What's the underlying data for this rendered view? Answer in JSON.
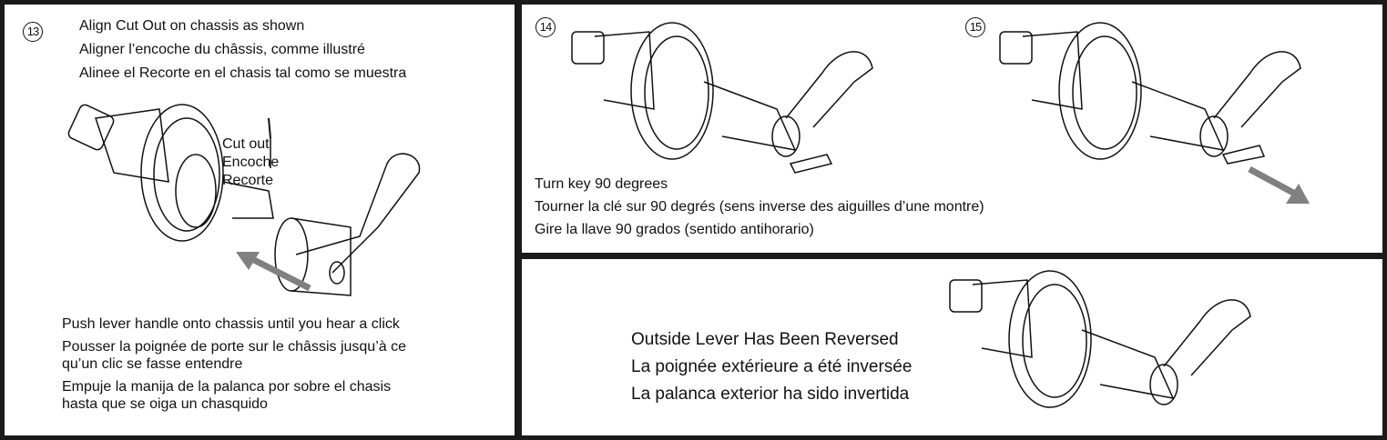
{
  "step13": {
    "number": "13",
    "lines": [
      "Align Cut Out on chassis as shown",
      "Aligner l’encoche du châssis, comme illustré",
      "Alinee el Recorte en el chasis tal como se muestra"
    ],
    "callout": [
      "Cut out",
      "Encoche",
      "Recorte"
    ],
    "bottom": [
      "Push lever handle onto chassis until you hear a click",
      "Pousser la poignée de porte sur le châssis jusqu’à ce",
      "qu’un clic se fasse entendre",
      "Empuje la manija de la palanca por sobre el chasis",
      "hasta que se oiga un chasquido"
    ]
  },
  "step14": {
    "number": "14",
    "lines": [
      "Turn key 90 degrees",
      "Tourner la clé sur 90 degrés (sens inverse des aiguilles d’une montre)",
      "Gire la llave 90 grados (sentido antihorario)"
    ]
  },
  "step15": {
    "number": "15"
  },
  "result": {
    "lines": [
      "Outside Lever Has Been Reversed",
      "La poignée extérieure a été inversée",
      "La palanca exterior ha sido invertida"
    ]
  },
  "colors": {
    "arrow": "#808080",
    "border": "#1a1a1a"
  }
}
